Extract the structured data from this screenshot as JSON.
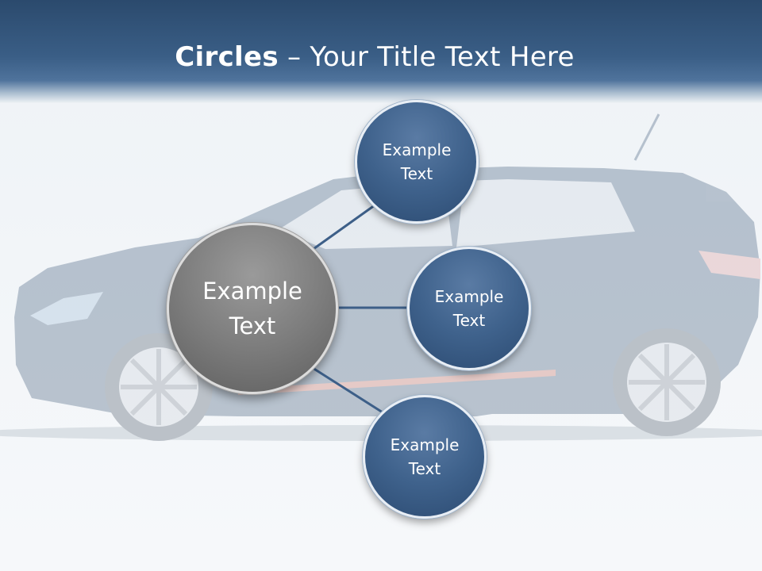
{
  "title": {
    "bold": "Circles",
    "rest": " – Your Title Text Here"
  },
  "center": {
    "label_line1": "Example",
    "label_line2": "Text"
  },
  "nodes": [
    {
      "label_line1": "Example",
      "label_line2": "Text"
    },
    {
      "label_line1": "Example",
      "label_line2": "Text"
    },
    {
      "label_line1": "Example",
      "label_line2": "Text"
    }
  ],
  "colors": {
    "header": "#3a5e86",
    "node": "#3f628c",
    "center": "#7d7d7d",
    "connector": "#3d5f88"
  }
}
